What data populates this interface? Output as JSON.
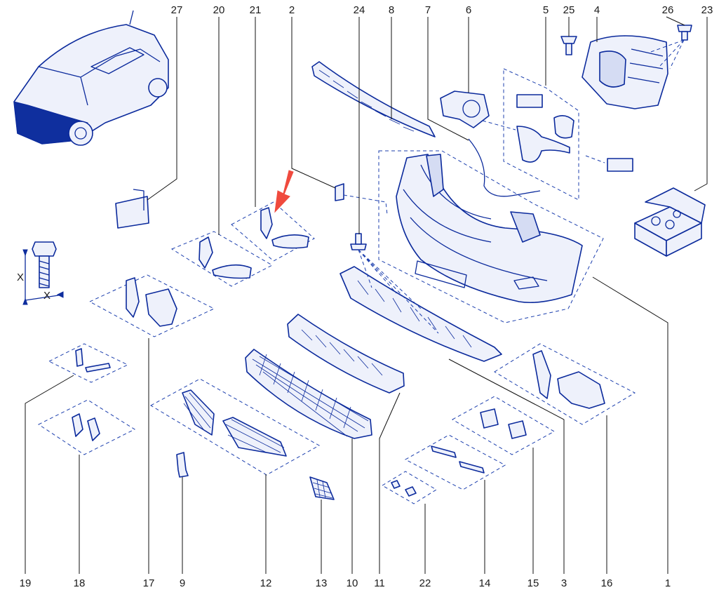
{
  "diagram": {
    "callouts": [
      {
        "id": "c27",
        "text": "27"
      },
      {
        "id": "c20",
        "text": "20"
      },
      {
        "id": "c21",
        "text": "21"
      },
      {
        "id": "c2",
        "text": "2"
      },
      {
        "id": "c24",
        "text": "24"
      },
      {
        "id": "c8",
        "text": "8"
      },
      {
        "id": "c7",
        "text": "7"
      },
      {
        "id": "c6",
        "text": "6"
      },
      {
        "id": "c5",
        "text": "5"
      },
      {
        "id": "c25",
        "text": "25"
      },
      {
        "id": "c4",
        "text": "4"
      },
      {
        "id": "c26",
        "text": "26"
      },
      {
        "id": "c23",
        "text": "23"
      },
      {
        "id": "c19",
        "text": "19"
      },
      {
        "id": "c18",
        "text": "18"
      },
      {
        "id": "c17",
        "text": "17"
      },
      {
        "id": "c9",
        "text": "9"
      },
      {
        "id": "c12",
        "text": "12"
      },
      {
        "id": "c13",
        "text": "13"
      },
      {
        "id": "c10",
        "text": "10"
      },
      {
        "id": "c11",
        "text": "11"
      },
      {
        "id": "c22",
        "text": "22"
      },
      {
        "id": "c14",
        "text": "14"
      },
      {
        "id": "c15",
        "text": "15"
      },
      {
        "id": "c3",
        "text": "3"
      },
      {
        "id": "c16",
        "text": "16"
      },
      {
        "id": "c1",
        "text": "1"
      }
    ],
    "bolt_legend": {
      "label_x1": "X",
      "label_x2": "X"
    },
    "colors": {
      "part": "#0b2a9c",
      "highlight_arrow": "#f04a3e",
      "leader": "#111111"
    }
  }
}
